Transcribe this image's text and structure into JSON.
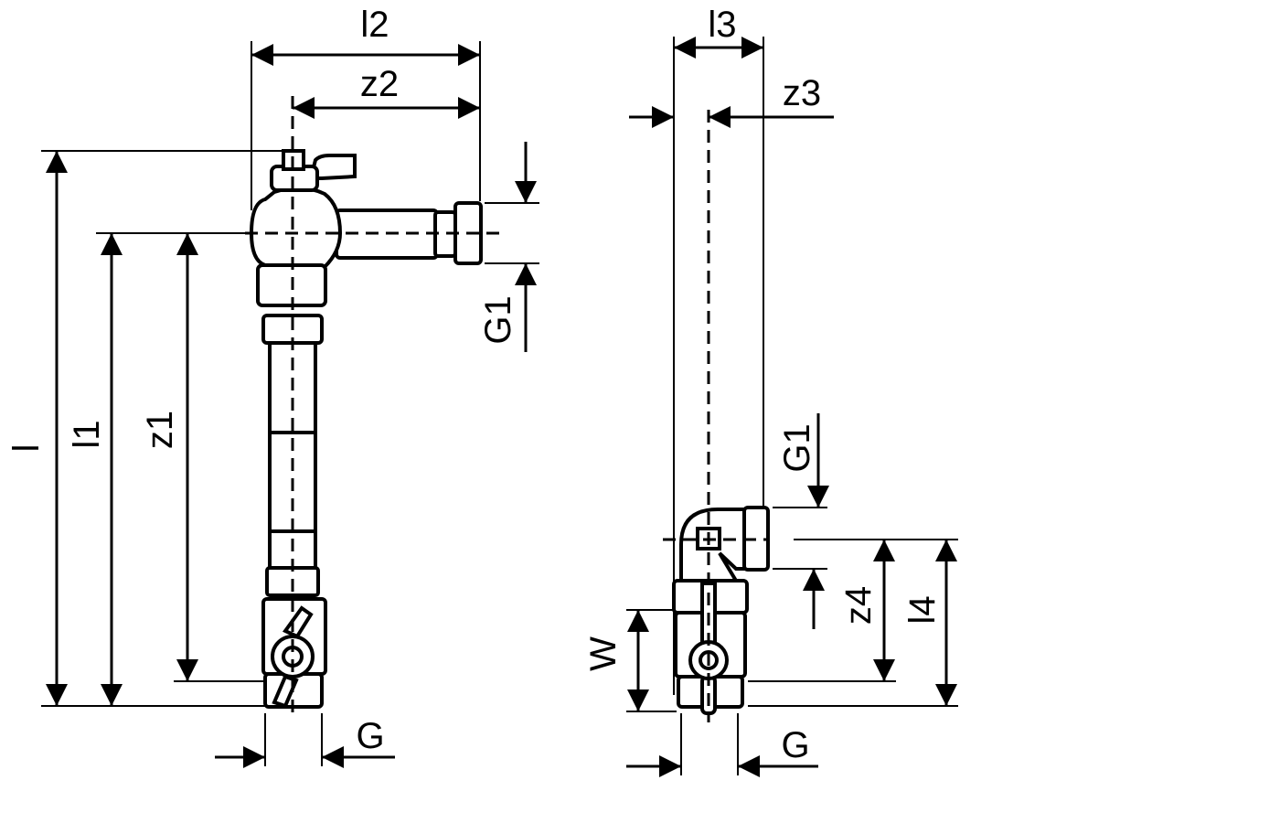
{
  "left_assembly": {
    "labels": {
      "l2": "l2",
      "z2": "z2",
      "l": "l",
      "l1": "l1",
      "z1": "z1",
      "G1": "G1",
      "G": "G"
    }
  },
  "right_assembly": {
    "labels": {
      "l3": "l3",
      "z3": "z3",
      "G1": "G1",
      "z4": "z4",
      "l4": "l4",
      "W": "W",
      "G": "G"
    }
  }
}
